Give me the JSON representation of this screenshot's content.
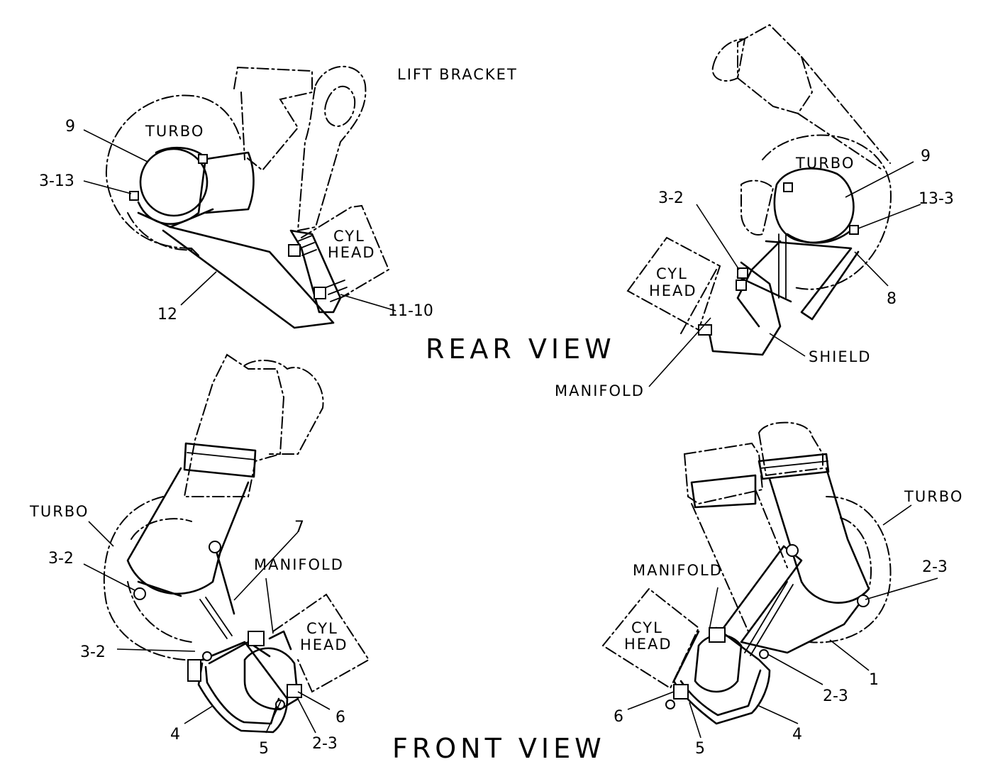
{
  "labels": {
    "lift_bracket": "LIFT BRACKET",
    "rear_view": "REAR VIEW",
    "front_view": "FRONT VIEW",
    "turbo": "TURBO",
    "cyl": "CYL",
    "head": "HEAD",
    "manifold": "MANIFOLD",
    "shield": "SHIELD"
  },
  "callouts": {
    "tl_9": "9",
    "tl_3_13": "3-13",
    "tl_12": "12",
    "tl_11_10": "11-10",
    "tr_9": "9",
    "tr_3_2": "3-2",
    "tr_13_3": "13-3",
    "tr_8": "8",
    "bl_7": "7",
    "bl_3_2_a": "3-2",
    "bl_3_2_b": "3-2",
    "bl_4": "4",
    "bl_5": "5",
    "bl_6": "6",
    "bl_2_3": "2-3",
    "br_2_3_a": "2-3",
    "br_1": "1",
    "br_2_3_b": "2-3",
    "br_6": "6",
    "br_5": "5",
    "br_4": "4"
  }
}
